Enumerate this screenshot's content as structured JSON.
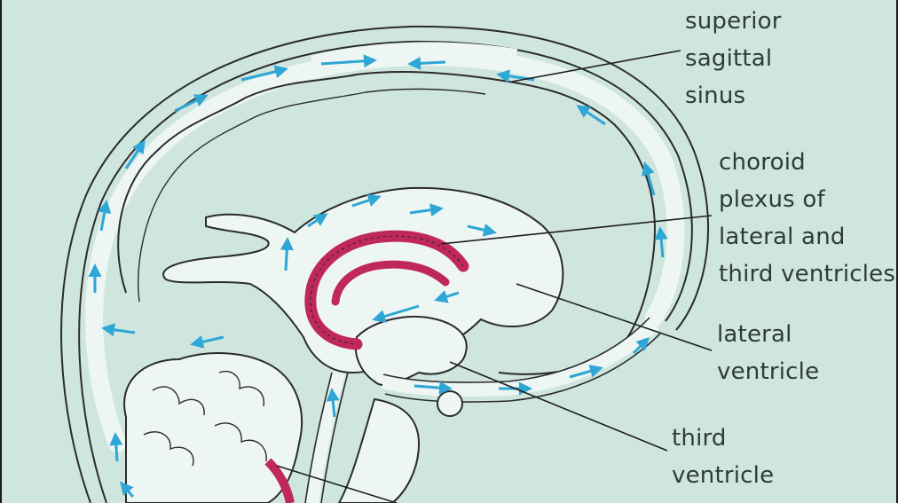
{
  "labels": {
    "superior_sagittal_sinus": [
      "superior",
      "sagittal",
      "sinus"
    ],
    "choroid_plexus": [
      "choroid",
      "plexus of",
      "lateral and",
      "third ventricles"
    ],
    "lateral_ventricle": [
      "lateral",
      "ventricle"
    ],
    "third_ventricle": [
      "third",
      "ventricle"
    ]
  },
  "colors": {
    "background": "#cfe6df",
    "outline": "#2b2b2b",
    "csf_space": "#eef6f3",
    "flow_arrow": "#2ea6d6",
    "choroid_plexus": "#c0275a",
    "label_text": "#2f3a3a"
  }
}
